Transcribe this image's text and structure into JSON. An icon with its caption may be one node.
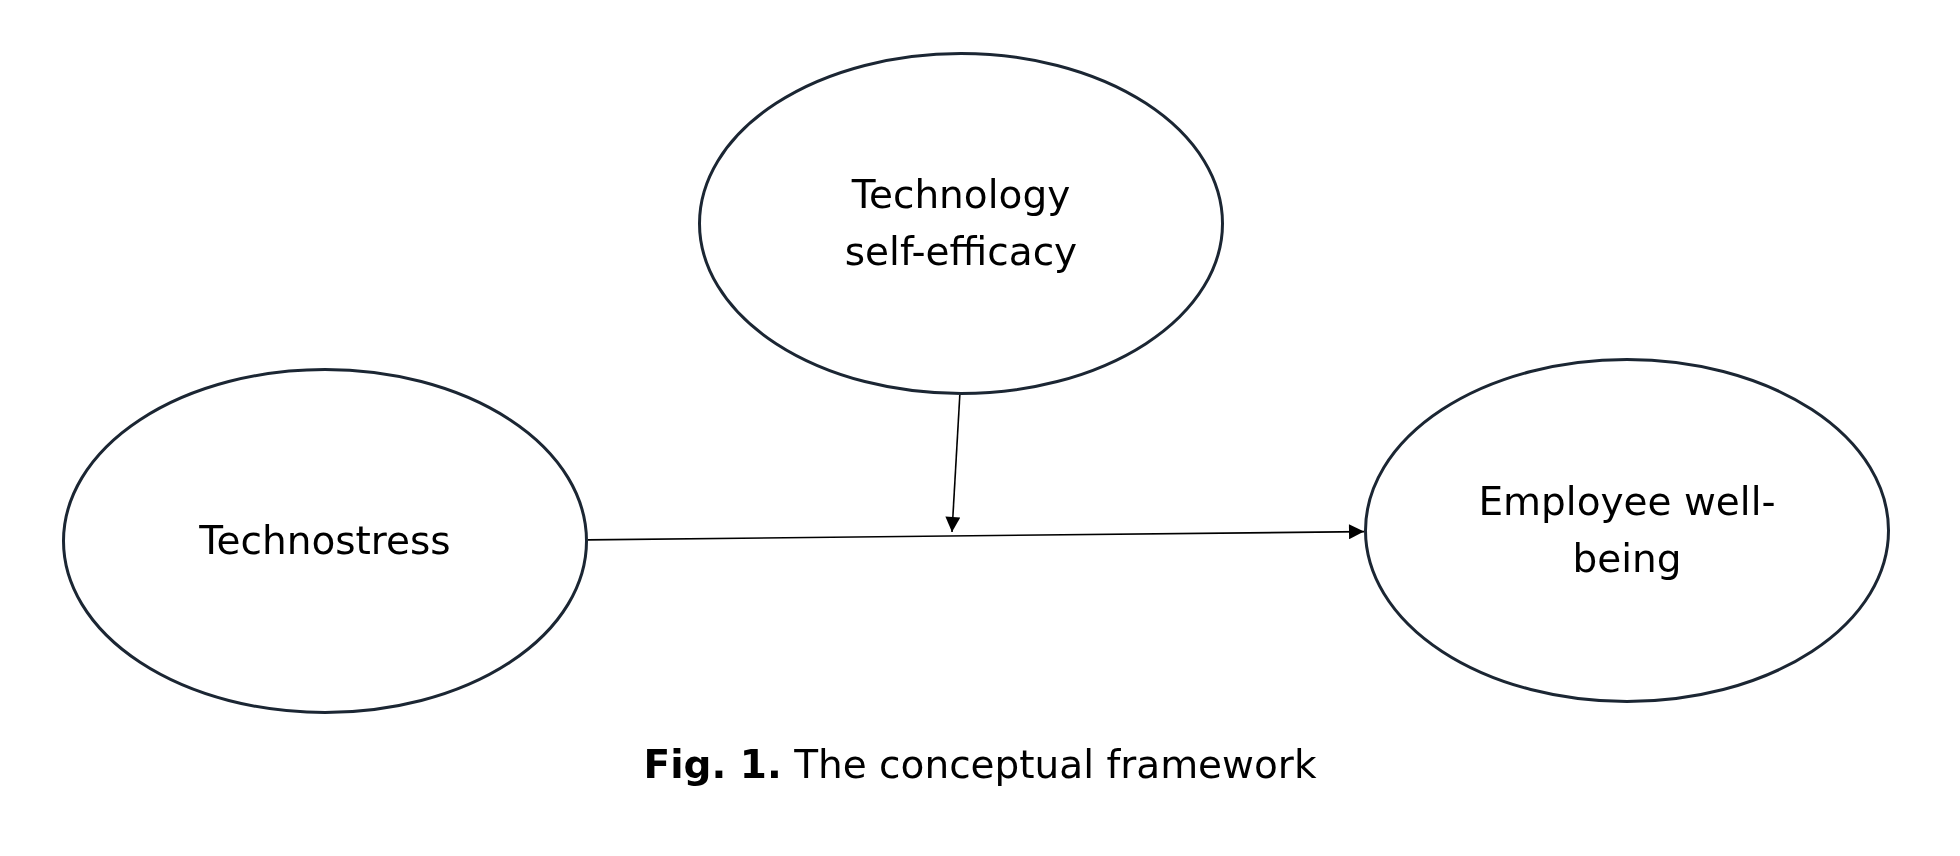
{
  "diagram": {
    "caption": "**Fig. 1.** The conceptual framework",
    "nodes": [
      {
        "text": [
          "Technology self-efficacy"
        ]
      },
      {
        "text": [
          "Technostress"
        ]
      },
      {
        "text": [
          "Employee well-being"
        ]
      }
    ],
    "edges": [
      {
        "from": 1,
        "to": 2,
        "arrow": "to"
      },
      {
        "from": 0,
        "to": null,
        "arrow": "to"
      }
    ]
  }
}
